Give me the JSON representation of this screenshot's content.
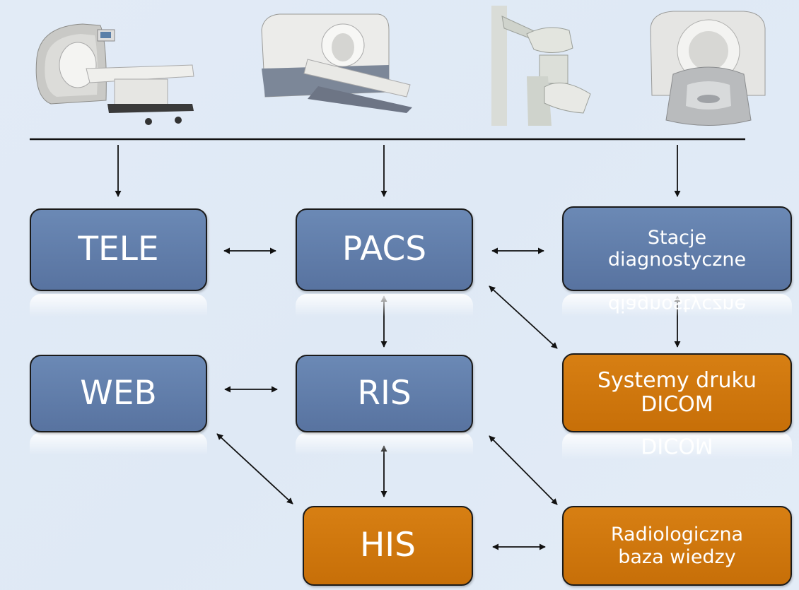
{
  "devices": [
    {
      "name": "mri-scanner"
    },
    {
      "name": "pet-ct-scanner"
    },
    {
      "name": "xray-system"
    },
    {
      "name": "ct-scanner"
    }
  ],
  "nodes": {
    "tele": "TELE",
    "pacs": "PACS",
    "stacje_line1": "Stacje",
    "stacje_line2": "diagnostyczne",
    "web": "WEB",
    "ris": "RIS",
    "druk_line1": "Systemy druku",
    "druk_line2": "DICOM",
    "his": "HIS",
    "radio_line1": "Radiologiczna",
    "radio_line2": "baza wiedzy"
  },
  "colors": {
    "blue_node": "#6079a6",
    "orange_node": "#d07710",
    "background": "#e1eaf5"
  }
}
